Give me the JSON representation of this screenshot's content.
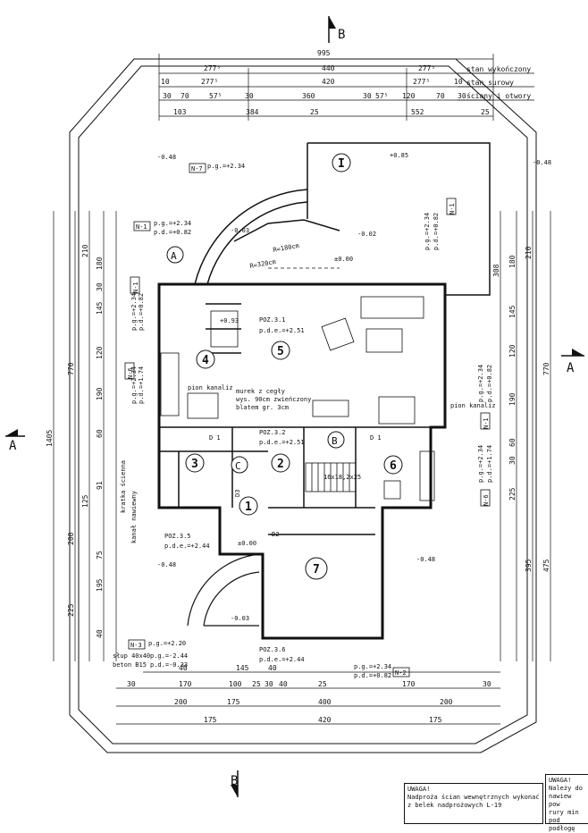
{
  "sections": {
    "top": "B",
    "bottom": "B",
    "left": "A",
    "right": "A"
  },
  "legend": {
    "finished": "stan wykończony",
    "raw": "stan surowy",
    "openings": "ściany i otwory"
  },
  "top_dims": {
    "total": "995",
    "row1": [
      "277⁵",
      "440",
      "277⁵"
    ],
    "row2": [
      "10",
      "277⁵",
      "420",
      "277⁵",
      "10"
    ],
    "row3": [
      "30",
      "70",
      "57⁵",
      "30",
      "360",
      "30",
      "57⁵",
      "120",
      "70",
      "30"
    ],
    "row4": [
      "103",
      "384",
      "25",
      "552",
      "25"
    ]
  },
  "left_dims": {
    "total": "1405",
    "parts": [
      "770",
      "200",
      "225",
      "210",
      "180",
      "30",
      "145",
      "120",
      "190",
      "60",
      "91",
      "125",
      "40",
      "195",
      "75"
    ]
  },
  "right_dims": {
    "parts": [
      "770",
      "475",
      "395",
      "308",
      "210",
      "180",
      "145",
      "120",
      "190",
      "60",
      "30",
      "225"
    ]
  },
  "bottom_dims": {
    "row1": [
      "40",
      "145",
      "40"
    ],
    "row2": [
      "30",
      "170",
      "100",
      "25",
      "30",
      "40",
      "25",
      "170",
      "30"
    ],
    "row3": [
      "200",
      "175",
      "400",
      "200"
    ],
    "row4": [
      "175",
      "420",
      "175"
    ]
  },
  "rooms": [
    {
      "num": "1"
    },
    {
      "num": "2"
    },
    {
      "num": "3"
    },
    {
      "num": "4"
    },
    {
      "num": "5"
    },
    {
      "num": "6"
    },
    {
      "num": "7"
    },
    {
      "num": "I"
    }
  ],
  "axes": [
    "A",
    "B",
    "C"
  ],
  "levels": {
    "ground_nw": "-0.48",
    "ground_ne": "-0.48",
    "ground_sw": "-0.48",
    "ground_se": "-0.48",
    "terrace": "+0.85",
    "porch": "-0.03",
    "porch2": "-0.02",
    "entry": "±0.00",
    "room4": "+0.93",
    "vestibule": "±0.00",
    "porch_s": "-0.03"
  },
  "callouts": {
    "n7": "N-7",
    "n7_pg": "p.g.=+2.34",
    "n1_left": "N-1",
    "n1_left_pg": "p.g.=+2.34",
    "n1_left_pd": "p.d.=+0.82",
    "n1_right": "N-1",
    "n1_right_pg": "p.g.=+2.34",
    "n1_right_pd": "p.d.=+0.82",
    "n1_w": "N-1",
    "n1_w_pg": "p.g.=+2.34",
    "n1_w_pd": "p.d.=+0.82",
    "n6_w": "N-6",
    "n6_w_pg": "p.g.=+2.34",
    "n6_w_pd": "p.d.=+1.74",
    "n1_e": "N-1",
    "n1_e_pg": "p.g.=+2.34",
    "n1_e_pd": "p.d.=+0.82",
    "n6_e": "N-6",
    "n6_e_pg": "p.g.=+2.34",
    "n6_e_pd": "p.d.=+1.74",
    "n3": "N-3",
    "n3_pg": "p.g.=+2.20",
    "n2": "N-2",
    "n2_pg": "p.g.=+2.34",
    "n2_pd": "p.d.=+0.82",
    "poz31": "POZ.3.1",
    "poz31_pd": "p.d.e.=+2.51",
    "poz32": "POZ.3.2",
    "poz32_pd": "p.d.e.=+2.51",
    "poz35": "POZ.3.5",
    "poz35_pd": "p.d.e.=+2.44",
    "poz36": "POZ.3.6",
    "poz36_pd": "p.d.e.=+2.44",
    "murek1": "murek z cegły",
    "murek2": "wys. 90cm zwieńczony",
    "murek3": "blatem gr. 3cm",
    "pion_kan_w": "pion kanaliz",
    "pion_kan_e": "pion kanaliz",
    "radius": "R=320cm",
    "radius2": "R=180cm",
    "slup1": "słup 40x40",
    "slup2": "beton B15",
    "slup_pg": "p.g.=-2.44",
    "slup_pd": "p.d.=-0.33",
    "kratka": "kratka ścienna",
    "kanal": "kanał nawiewny",
    "stairs": "16x18,2x25",
    "d1a": "D 1",
    "d1b": "D 1",
    "d2": "D2",
    "d3": "D3"
  },
  "note_bottom": {
    "title": "UWAGA!",
    "line1": "Nadproża ścian wewnętrznych wykonać",
    "line2": "z belek nadprożowych L-19"
  },
  "note_right": {
    "title": "UWAGA!",
    "line1": "Należy do",
    "line2": "nawiew pow",
    "line3": "rury min",
    "line4": "pod podłogę"
  }
}
